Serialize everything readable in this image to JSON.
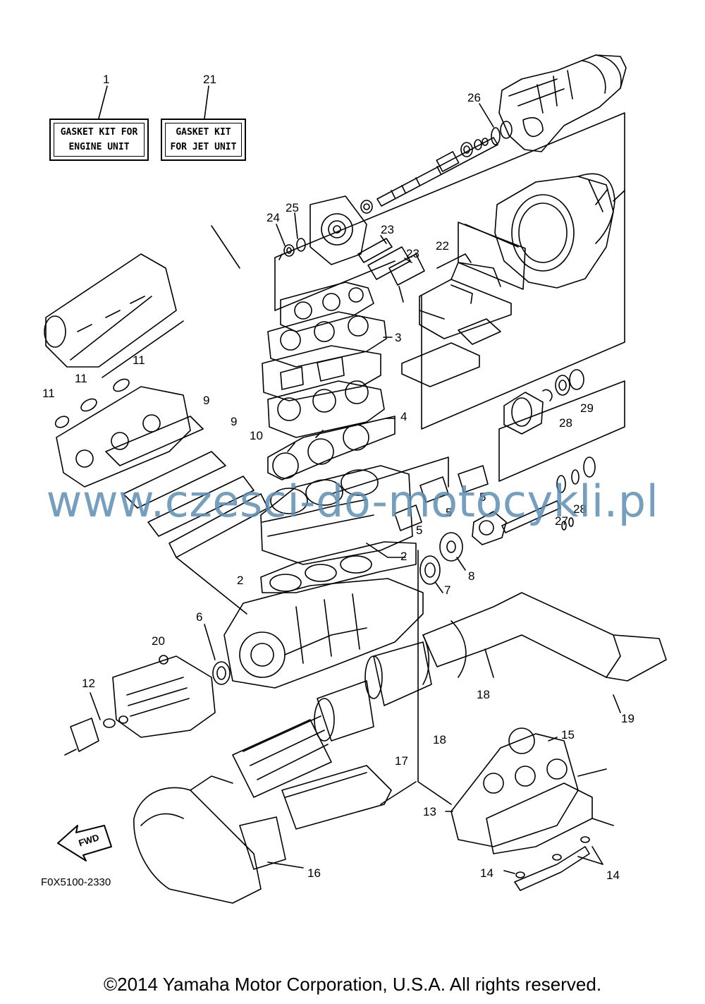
{
  "kits": [
    {
      "number": "1",
      "line1": "GASKET KIT FOR",
      "line2": "ENGINE UNIT"
    },
    {
      "number": "21",
      "line1": "GASKET KIT",
      "line2": "FOR JET UNIT"
    }
  ],
  "callouts": {
    "c26": "26",
    "c24": "24",
    "c25": "25",
    "c23a": "23",
    "c23b": "23",
    "c22": "22",
    "c3": "3",
    "c11a": "11",
    "c11b": "11",
    "c11c": "11",
    "c9a": "9",
    "c9b": "9",
    "c10": "10",
    "c4": "4",
    "c29": "29",
    "c28a": "28",
    "c5a": "5",
    "c5b": "5",
    "c5c": "5",
    "c27": "27",
    "c28b": "28",
    "c2a": "2",
    "c2b": "2",
    "c7": "7",
    "c8": "8",
    "c6": "6",
    "c20": "20",
    "c12": "12",
    "c18a": "18",
    "c19": "19",
    "c18b": "18",
    "c17": "17",
    "c15": "15",
    "c13": "13",
    "c14a": "14",
    "c14b": "14",
    "c16": "16"
  },
  "fwd_label": "FWD",
  "diagram_code": "F0X5100-2330",
  "watermark": "www.czesci-do-motocykli.pl",
  "copyright": "©2014 Yamaha Motor Corporation, U.S.A. All rights reserved.",
  "colors": {
    "ink": "#000000",
    "watermark": "#5c8fb4",
    "background": "#ffffff"
  }
}
